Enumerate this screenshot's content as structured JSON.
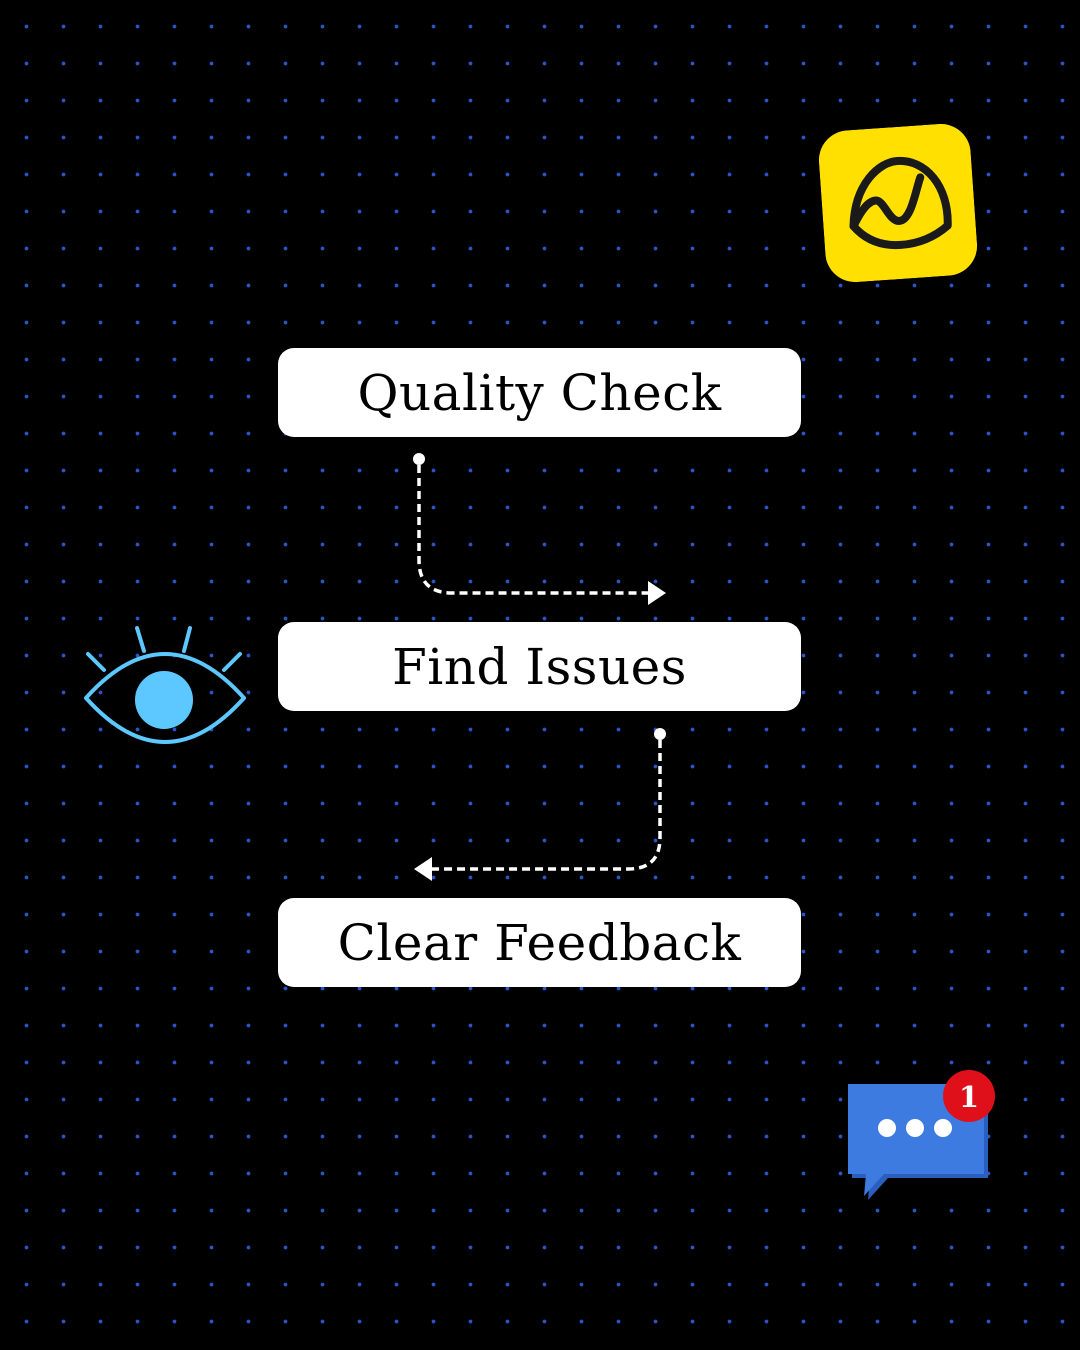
{
  "flow": {
    "steps": [
      {
        "label": "Quality Check"
      },
      {
        "label": "Find Issues"
      },
      {
        "label": "Clear Feedback"
      }
    ]
  },
  "notification": {
    "count": "1"
  },
  "icons": {
    "logo": "basecamp-logo",
    "eye": "eye-icon",
    "chat": "chat-bubble-icon"
  },
  "colors": {
    "background": "#000000",
    "grid_dots": "#2b55c9",
    "box_fill": "#ffffff",
    "arrow": "#ffffff",
    "logo_yellow": "#ffe000",
    "eye_blue": "#5cc8ff",
    "chat_blue": "#3d7be0",
    "badge_red": "#e0101b"
  }
}
